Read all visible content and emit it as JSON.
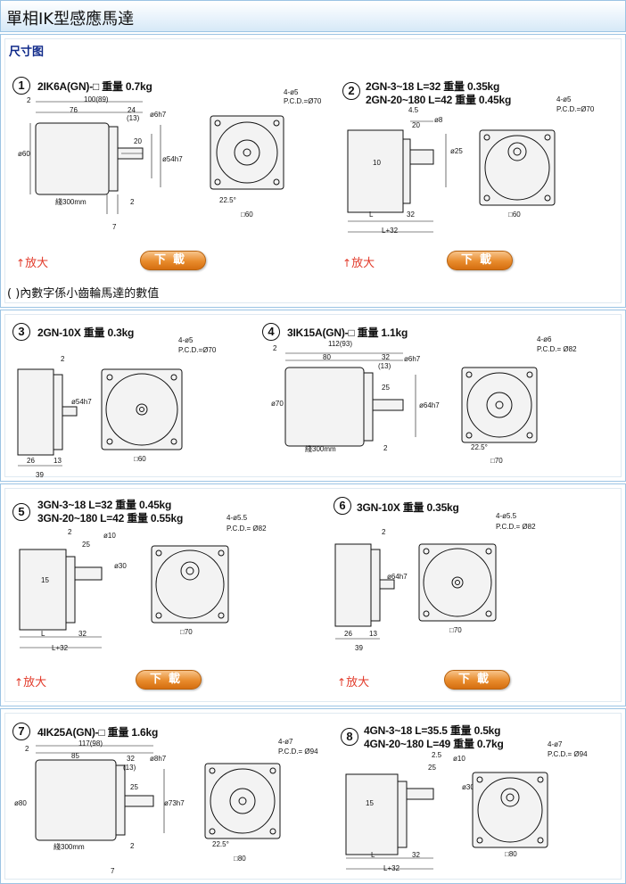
{
  "page": {
    "title": "單相IK型感應馬達",
    "section": "尺寸图"
  },
  "common": {
    "enlarge": "放大",
    "download": "下載",
    "note": "(   )內數字係小齒輪馬達的數值"
  },
  "items": [
    {
      "no": "1",
      "model": [
        "2IK6A(GN)-□  重量 0.7kg"
      ],
      "front_top": "4-ø5",
      "front_pcd": "P.C.D.=Ø70",
      "size": "□60",
      "dims": [
        "100(89)",
        "76",
        "24",
        "(13)",
        "ø6h7",
        "20",
        "ø54h7",
        "ø60",
        "2",
        "2",
        "7",
        "綫300mm",
        "22.5°"
      ]
    },
    {
      "no": "2",
      "model": [
        "2GN-3~18  L=32  重量 0.35kg",
        "2GN-20~180  L=42  重量 0.45kg"
      ],
      "front_top": "4-ø5",
      "front_pcd": "P.C.D.=Ø70",
      "size": "□60",
      "dims": [
        "4.5",
        "20",
        "ø8",
        "10",
        "ø25",
        "L",
        "32",
        "L+32"
      ]
    },
    {
      "no": "3",
      "model": [
        "2GN-10X  重量 0.3kg"
      ],
      "front_top": "4-ø5",
      "front_pcd": "P.C.D.=Ø70",
      "size": "□60",
      "dims": [
        "2",
        "ø54h7",
        "26",
        "13",
        "39"
      ]
    },
    {
      "no": "4",
      "model": [
        "3IK15A(GN)-□  重量 1.1kg"
      ],
      "front_top": "4-ø6",
      "front_pcd": "P.C.D.= Ø82",
      "size": "□70",
      "dims": [
        "112(93)",
        "80",
        "32",
        "(13)",
        "ø6h7",
        "25",
        "ø64h7",
        "ø70",
        "2",
        "2",
        "綫300mm",
        "22.5°"
      ]
    },
    {
      "no": "5",
      "model": [
        "3GN-3~18  L=32  重量 0.45kg",
        "3GN-20~180  L=42  重量 0.55kg"
      ],
      "front_top": "4-ø5.5",
      "front_pcd": "P.C.D.= Ø82",
      "size": "□70",
      "dims": [
        "2",
        "25",
        "ø10",
        "15",
        "ø30",
        "L",
        "32",
        "L+32"
      ]
    },
    {
      "no": "6",
      "model": [
        "3GN-10X  重量 0.35kg"
      ],
      "front_top": "4-ø5.5",
      "front_pcd": "P.C.D.= Ø82",
      "size": "□70",
      "dims": [
        "2",
        "ø64h7",
        "26",
        "13",
        "39"
      ]
    },
    {
      "no": "7",
      "model": [
        "4IK25A(GN)-□  重量 1.6kg"
      ],
      "front_top": "4-ø7",
      "front_pcd": "P.C.D.= Ø94",
      "size": "□80",
      "dims": [
        "117(98)",
        "85",
        "32",
        "(13)",
        "ø8h7",
        "25",
        "ø73h7",
        "ø80",
        "2",
        "2",
        "7",
        "綫300mm",
        "22.5°"
      ]
    },
    {
      "no": "8",
      "model": [
        "4GN-3~18  L=35.5  重量 0.5kg",
        "4GN-20~180  L=49  重量 0.7kg"
      ],
      "front_top": "4-ø7",
      "front_pcd": "P.C.D.= Ø94",
      "size": "□80",
      "dims": [
        "2.5",
        "25",
        "ø10",
        "15",
        "ø30",
        "L",
        "32",
        "L+32"
      ]
    }
  ]
}
